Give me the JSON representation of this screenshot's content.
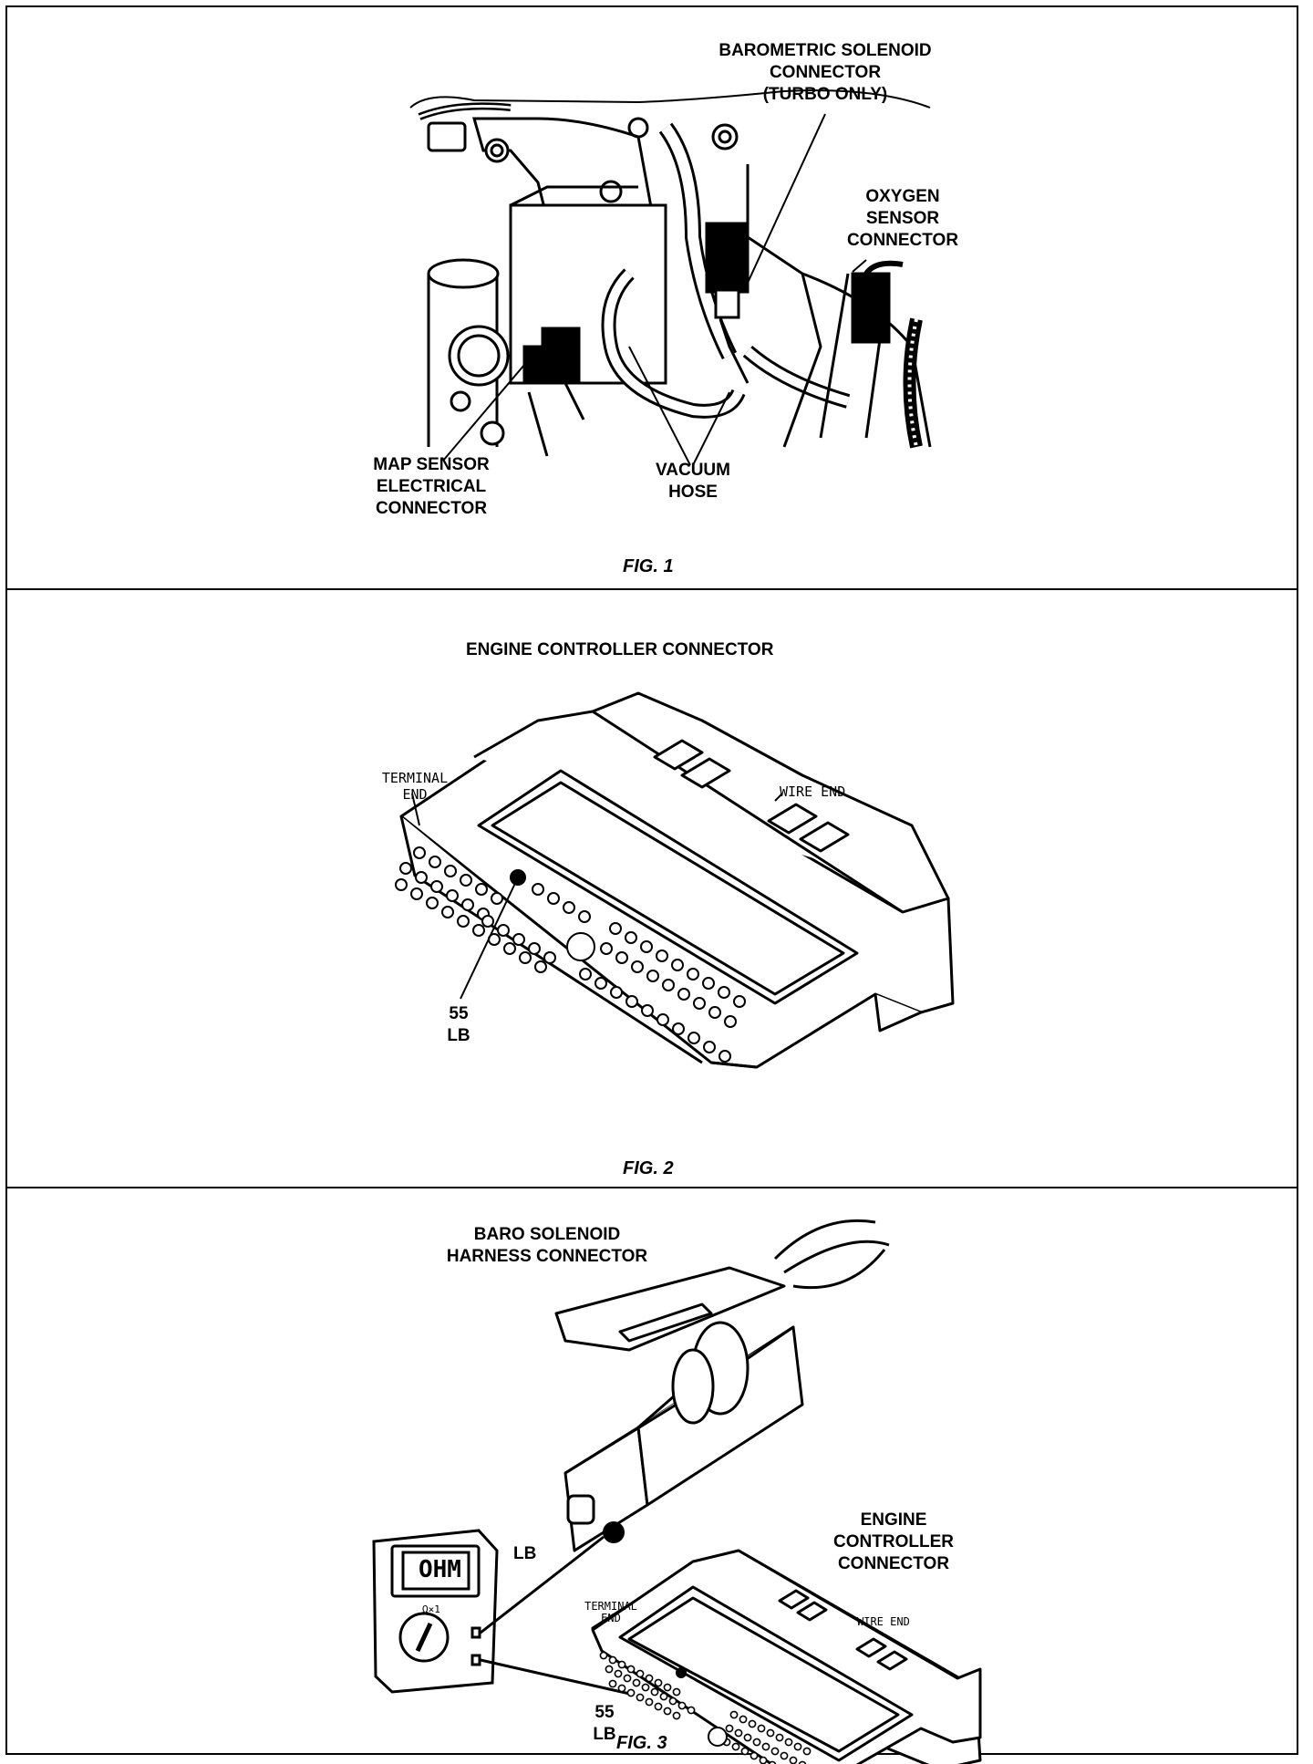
{
  "fig1": {
    "caption": "FIG. 1",
    "baro_label_l1": "BAROMETRIC SOLENOID",
    "baro_label_l2": "CONNECTOR",
    "baro_label_l3": "(TURBO ONLY)",
    "oxygen_l1": "OXYGEN",
    "oxygen_l2": "SENSOR",
    "oxygen_l3": "CONNECTOR",
    "map_l1": "MAP SENSOR",
    "map_l2": "ELECTRICAL",
    "map_l3": "CONNECTOR",
    "vacuum_l1": "VACUUM",
    "vacuum_l2": "HOSE"
  },
  "fig2": {
    "caption": "FIG. 2",
    "title": "ENGINE CONTROLLER CONNECTOR",
    "terminal_l1": "TERMINAL",
    "terminal_l2": "END",
    "wire_end": "WIRE END",
    "pin_number": "55",
    "pin_color": "LB"
  },
  "fig3": {
    "caption": "FIG. 3",
    "baro_l1": "BARO SOLENOID",
    "baro_l2": "HARNESS CONNECTOR",
    "ecc_l1": "ENGINE",
    "ecc_l2": "CONTROLLER",
    "ecc_l3": "CONNECTOR",
    "lb_label": "LB",
    "ohm_display": "OHM",
    "range": "Ω×1",
    "terminal_l1": "TERMINAL",
    "terminal_l2": "END",
    "wire_end": "WIRE END",
    "pin_number": "55",
    "pin_color": "LB"
  },
  "colors": {
    "ink": "#000000",
    "paper": "#ffffff",
    "shade": "#bdbdbd"
  }
}
